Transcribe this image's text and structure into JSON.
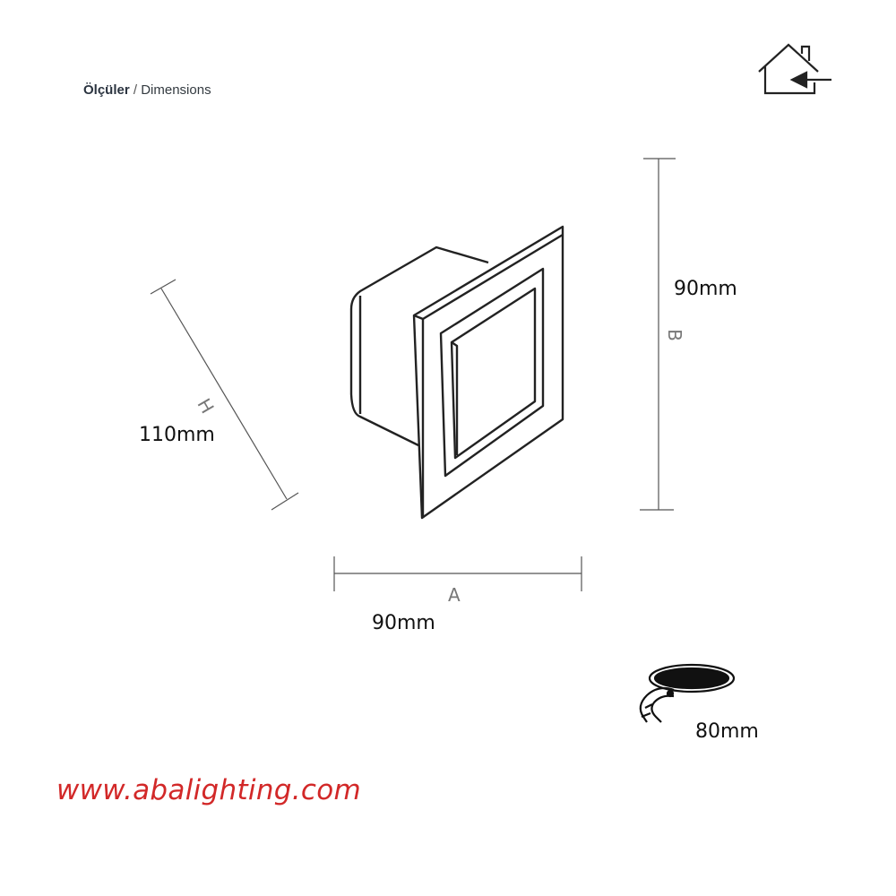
{
  "header": {
    "title_tr": "Ölçüler",
    "separator": "/",
    "title_en": "Dimensions"
  },
  "dimensions": {
    "height": {
      "letter": "H",
      "value": "110mm"
    },
    "width": {
      "letter": "A",
      "value": "90mm"
    },
    "depth": {
      "letter": "B",
      "value": "90mm"
    },
    "cutout": {
      "value": "80mm"
    }
  },
  "icons": {
    "indoor": "house-with-arrow-icon",
    "cutout": "recessed-hole-icon"
  },
  "footer": {
    "website": "www.abalighting.com"
  },
  "colors": {
    "website": "#d22828",
    "lines": "#222222",
    "dimension_lines": "#555555"
  }
}
